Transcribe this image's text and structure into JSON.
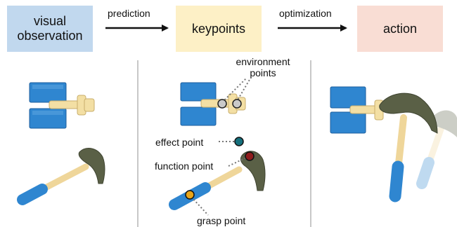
{
  "stages": [
    {
      "label": "visual\nobservation",
      "color": "#c1d8ee"
    },
    {
      "label": "keypoints",
      "color": "#fdf0c6"
    },
    {
      "label": "action",
      "color": "#f9ddd4"
    }
  ],
  "transitions": [
    {
      "label": "prediction"
    },
    {
      "label": "optimization"
    }
  ],
  "keypoints": {
    "environment": {
      "label": "environment\npoints",
      "color": "#c9c9c9"
    },
    "effect": {
      "label": "effect point",
      "color": "#16707c"
    },
    "function": {
      "label": "function point",
      "color": "#8e1c1c"
    },
    "grasp": {
      "label": "grasp point",
      "color": "#e8a418"
    }
  },
  "colors": {
    "block_blue": "#2f86d0",
    "handle_wood": "#efd69a",
    "hammer_head": "#5a6046",
    "grip_blue": "#2f86d0",
    "nail_cream": "#f3dfa4",
    "divider": "#b5b5b5"
  }
}
